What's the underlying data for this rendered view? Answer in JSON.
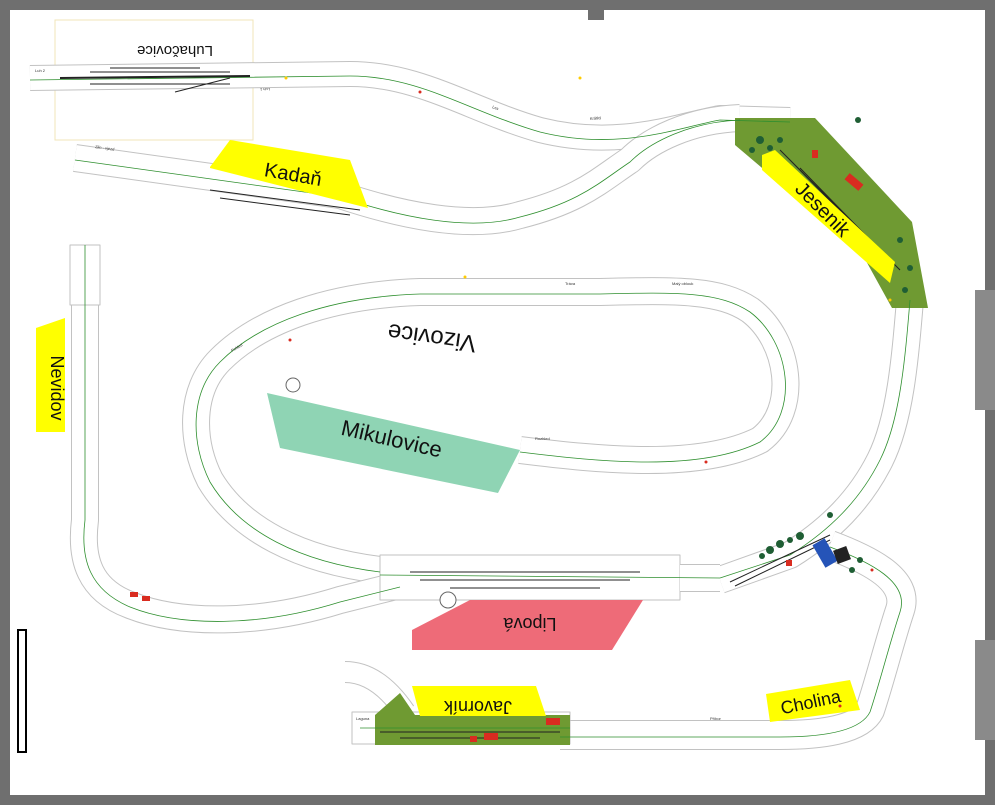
{
  "stations": {
    "luhacovice": "Luhačovice",
    "kadan": "Kadaň",
    "jesenik": "Jesenik",
    "nevidov": "Nevidov",
    "vizovice": "Vizovice",
    "mikulovice": "Mikulovice",
    "lipova": "Lipová",
    "javornik": "Javorník",
    "cholina": "Cholina"
  },
  "track_labels": {
    "luh2": "Luh 2",
    "luh1": "Luh 1",
    "zlin": "Zlin - vjezd",
    "les": "Les",
    "trava": "Tráva",
    "maly_oblouk": "Malý oblouk",
    "laguna": "Laguna",
    "pohled": "Pohled",
    "pribor": "Příbor",
    "rozhled": "Rozhled",
    "kratky": "Krátký"
  },
  "colors": {
    "background": "#ffffff",
    "frame": "#6f6f6f",
    "board": "#ffffff",
    "board_edge": "#b8b8b8",
    "track": "#2f8f2f",
    "rail": "#444444",
    "label_yellow": "#ffff00",
    "label_green": "#8fd4b4",
    "label_red": "#ee6b78",
    "grass": "#6f9a32",
    "building": "#d92c20"
  }
}
